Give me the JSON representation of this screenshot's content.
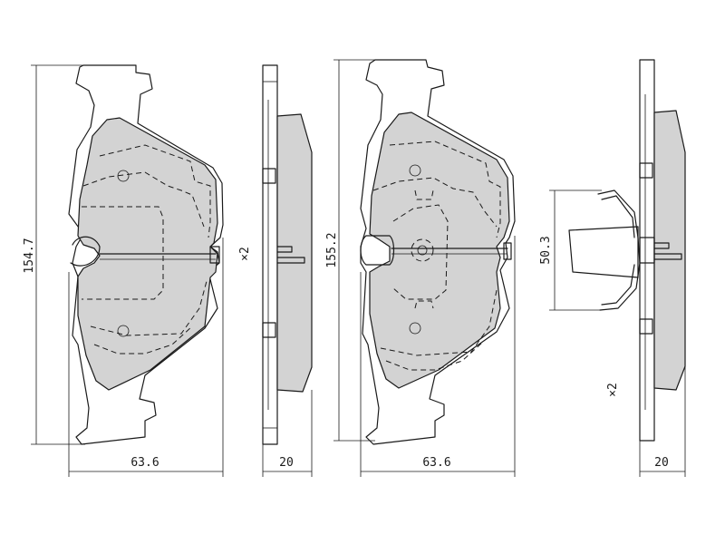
{
  "dimensions": {
    "pad1_height": "154.7",
    "pad1_width": "63.6",
    "pad1_thickness": "20",
    "pad1_quantity": "×2",
    "pad2_height": "155.2",
    "pad2_width": "63.6",
    "clip_height": "50.3",
    "pad2_quantity": "×2",
    "pad2_thickness": "20"
  }
}
